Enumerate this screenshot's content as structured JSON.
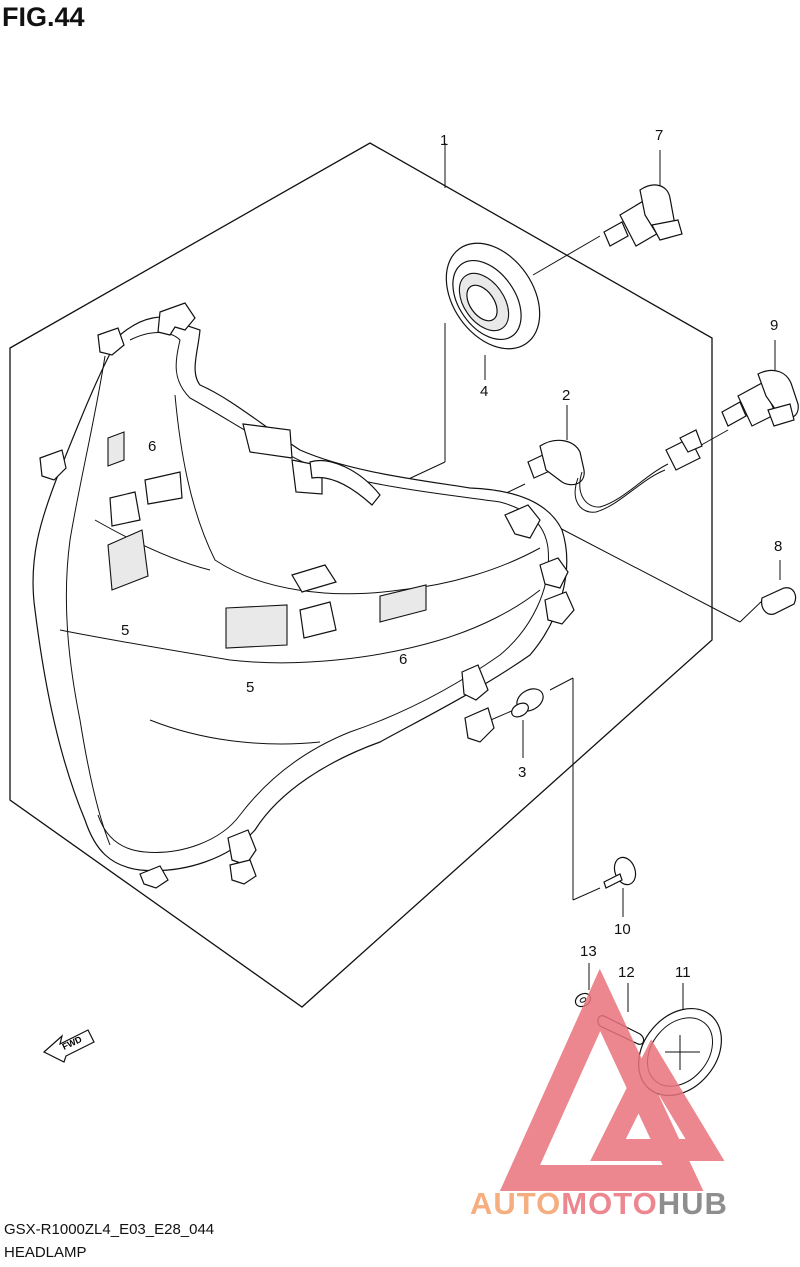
{
  "figure": {
    "title": "FIG.44",
    "model_code": "GSX-R1000ZL4_E03_E28_044",
    "section_name": "HEADLAMP"
  },
  "callouts": [
    {
      "id": "1",
      "label": "1"
    },
    {
      "id": "2",
      "label": "2"
    },
    {
      "id": "3",
      "label": "3"
    },
    {
      "id": "4",
      "label": "4"
    },
    {
      "id": "5a",
      "label": "5"
    },
    {
      "id": "5b",
      "label": "5"
    },
    {
      "id": "6a",
      "label": "6"
    },
    {
      "id": "6b",
      "label": "6"
    },
    {
      "id": "7",
      "label": "7"
    },
    {
      "id": "8",
      "label": "8"
    },
    {
      "id": "9",
      "label": "9"
    },
    {
      "id": "10",
      "label": "10"
    },
    {
      "id": "11",
      "label": "11"
    },
    {
      "id": "12",
      "label": "12"
    },
    {
      "id": "13",
      "label": "13"
    }
  ],
  "fwd_arrow": {
    "label": "FWD"
  },
  "watermark": {
    "part1": "AUTO",
    "part2": "MOTO",
    "part3": "HUB",
    "colors": {
      "accent_orange": "#f4a06b",
      "accent_red": "#e9737d",
      "gray": "#7b7b7b"
    }
  }
}
